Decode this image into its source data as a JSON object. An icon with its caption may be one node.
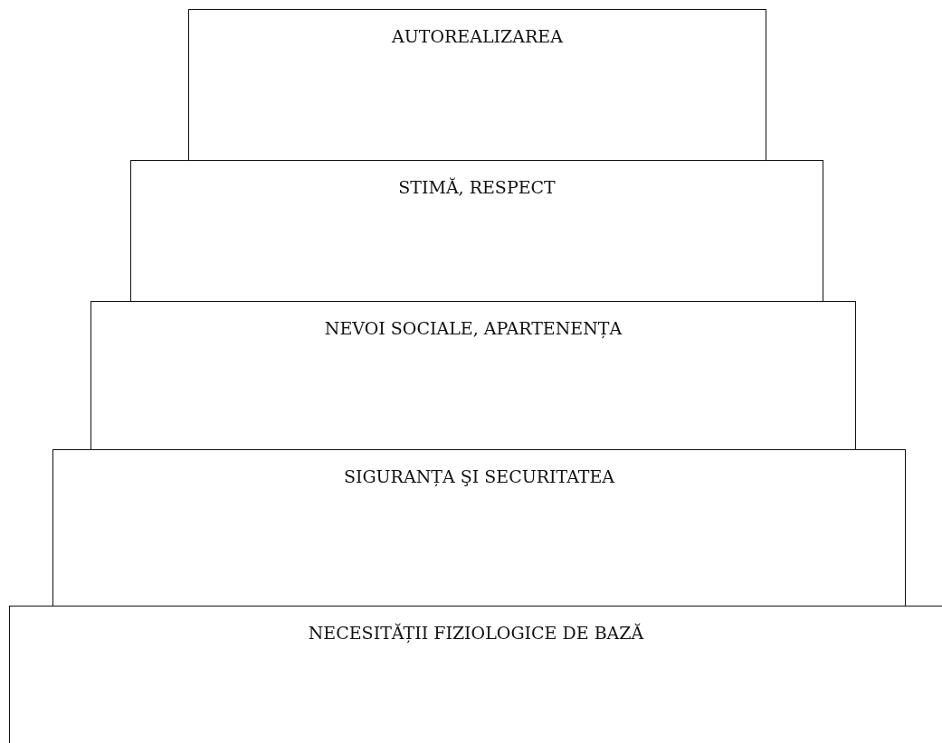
{
  "diagram": {
    "nodes": [
      {
        "text": [
          "AUTOREALIZAREA"
        ]
      },
      {
        "text": [
          "STIMĂ, RESPECT"
        ]
      },
      {
        "text": [
          "NEVOI SOCIALE, APARTENENȚA"
        ]
      },
      {
        "text": [
          "SIGURANȚA ŞI SECURITATEA"
        ]
      },
      {
        "text": [
          "NECESITĂȚII FIZIOLOGICE DE BAZĂ"
        ]
      }
    ]
  }
}
